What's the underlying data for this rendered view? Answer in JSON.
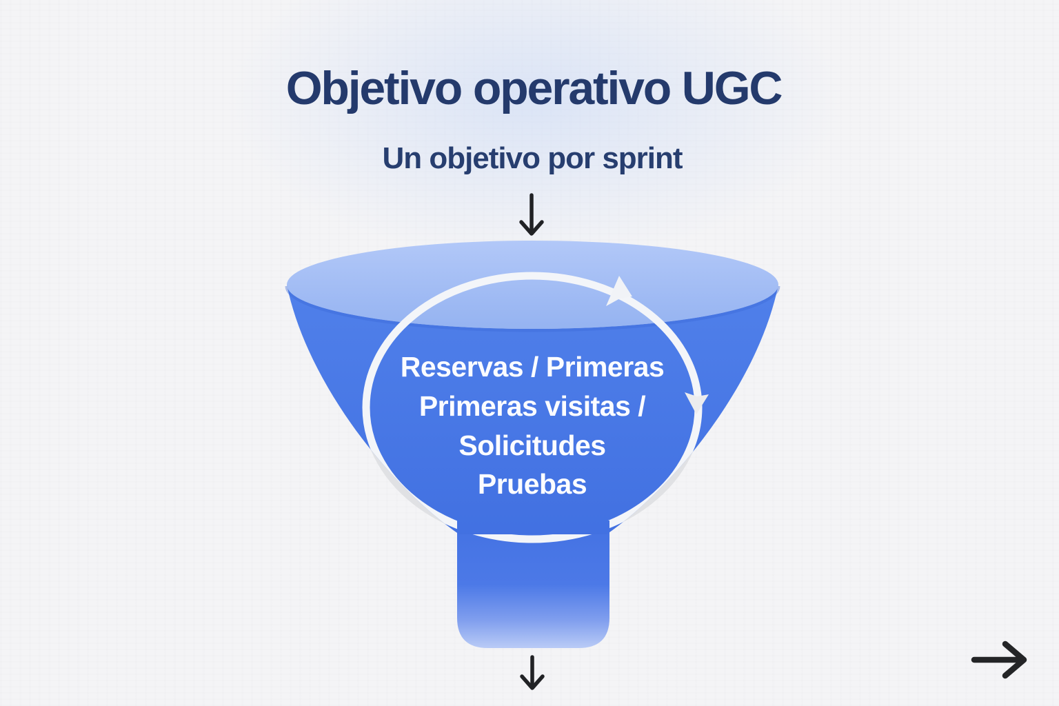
{
  "slide": {
    "title": "Objetivo operativo UGC",
    "subtitle": "Un objetivo por sprint"
  },
  "funnel": {
    "lines": [
      "Reservas / Primeras",
      "Primeras visitas /",
      "Solicitudes",
      "Pruebas"
    ]
  },
  "icons": {
    "top_flow": "down-arrow-icon",
    "bottom_flow": "down-arrow-icon",
    "cycle": "cycle-arrow-icon",
    "next": "right-arrow-icon"
  },
  "colors": {
    "background": "#f4f4f6",
    "title_text": "#243a6c",
    "funnel_top_ellipse": "#a5bef5",
    "funnel_body": "#4a79e7",
    "funnel_stem_fade": "#b7c9f5",
    "funnel_text": "#fbfcff",
    "cycle_arrow_over_funnel": "#f3f5f9",
    "cycle_arrow_over_background": "#e0e1e4",
    "flow_arrow": "#212225"
  }
}
